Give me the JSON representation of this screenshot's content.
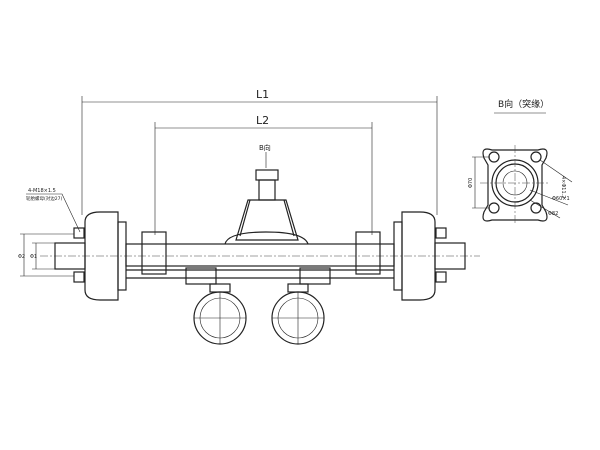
{
  "dimensions": {
    "l1": "L1",
    "l2": "L2",
    "b_view_arrow": "B向",
    "d1": "Φ2",
    "d2": "Φ1"
  },
  "left_note": {
    "line1": "4-M18×1.5",
    "line2": "轮胎螺母(对边27)"
  },
  "flange_view": {
    "title": "B向（突缘）",
    "bolt": "4×Φ11.2",
    "pilot": "Φ60×1",
    "outer": "Φ82",
    "pcd": "Φ70"
  }
}
